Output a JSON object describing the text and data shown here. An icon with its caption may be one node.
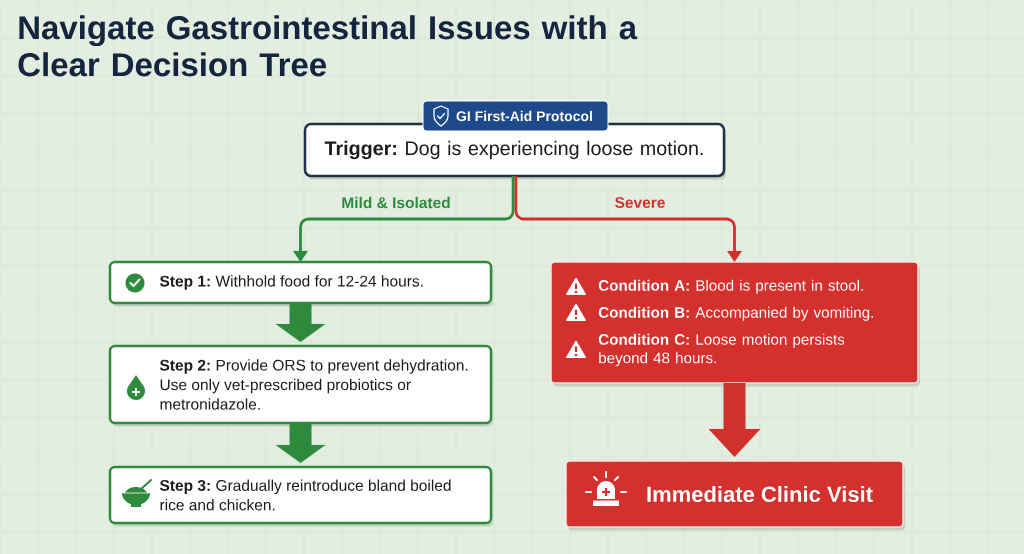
{
  "diagram": {
    "title": "Navigate Gastrointestinal Issues with a Clear Decision Tree",
    "nodes": [
      {
        "text": [
          "GI First-Aid Protocol"
        ]
      },
      {
        "text": [
          "**Trigger:** Dog is experiencing loose motion."
        ]
      },
      {
        "text": [
          "**Step 1:** Withhold food for 12-24 hours."
        ]
      },
      {
        "text": [
          "**Step 2:** Provide ORS to prevent dehydration. Use only vet-prescribed probiotics or metronidazole."
        ]
      },
      {
        "text": [
          "**Step 3:** Gradually reintroduce bland boiled rice and chicken."
        ]
      },
      {
        "text": [
          "**Condition A:** Blood is present in stool.",
          "**Condition B:** Accompanied by vomiting.",
          "**Condition C:** Loose motion persists beyond 48 hours."
        ]
      },
      {
        "text": [
          "Immediate Clinic Visit"
        ]
      }
    ],
    "edges": [
      {
        "from": 1,
        "to": 2,
        "arrow": "to",
        "label": "Mild & Isolated",
        "color": "#2e8b3e"
      },
      {
        "from": 1,
        "to": 5,
        "arrow": "to",
        "label": "Severe",
        "color": "#d0312d"
      },
      {
        "from": 2,
        "to": 3,
        "arrow": "to",
        "color": "#2e8b3e"
      },
      {
        "from": 3,
        "to": 4,
        "arrow": "to",
        "color": "#2e8b3e"
      },
      {
        "from": 5,
        "to": 6,
        "arrow": "to",
        "color": "#d0312d"
      }
    ]
  }
}
